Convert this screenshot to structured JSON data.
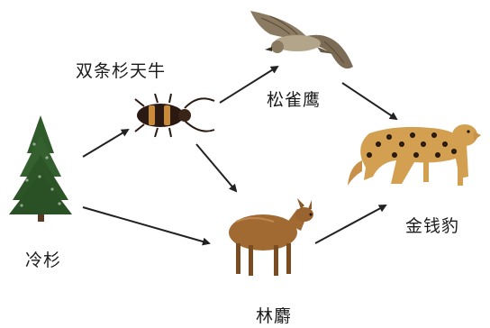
{
  "organisms": {
    "fir": {
      "label": "冷杉",
      "icon": "fir-tree"
    },
    "beetle": {
      "label": "双条杉天牛",
      "icon": "longhorn-beetle"
    },
    "hawk": {
      "label": "松雀鹰",
      "icon": "sparrowhawk"
    },
    "musk_deer": {
      "label": "林麝",
      "icon": "musk-deer"
    },
    "leopard": {
      "label": "金钱豹",
      "icon": "leopard"
    }
  },
  "links": [
    [
      "fir",
      "beetle"
    ],
    [
      "fir",
      "musk_deer"
    ],
    [
      "beetle",
      "hawk"
    ],
    [
      "beetle",
      "musk_deer"
    ],
    [
      "hawk",
      "leopard"
    ],
    [
      "musk_deer",
      "leopard"
    ]
  ],
  "colors": {
    "arrow": "#222222",
    "fir_green": "#2f5a2a",
    "beetle_body": "#2a1a12",
    "beetle_band": "#c98a3a",
    "hawk_body": "#8a7a62",
    "deer_body": "#a06a32",
    "leopard_body": "#d2a050"
  }
}
